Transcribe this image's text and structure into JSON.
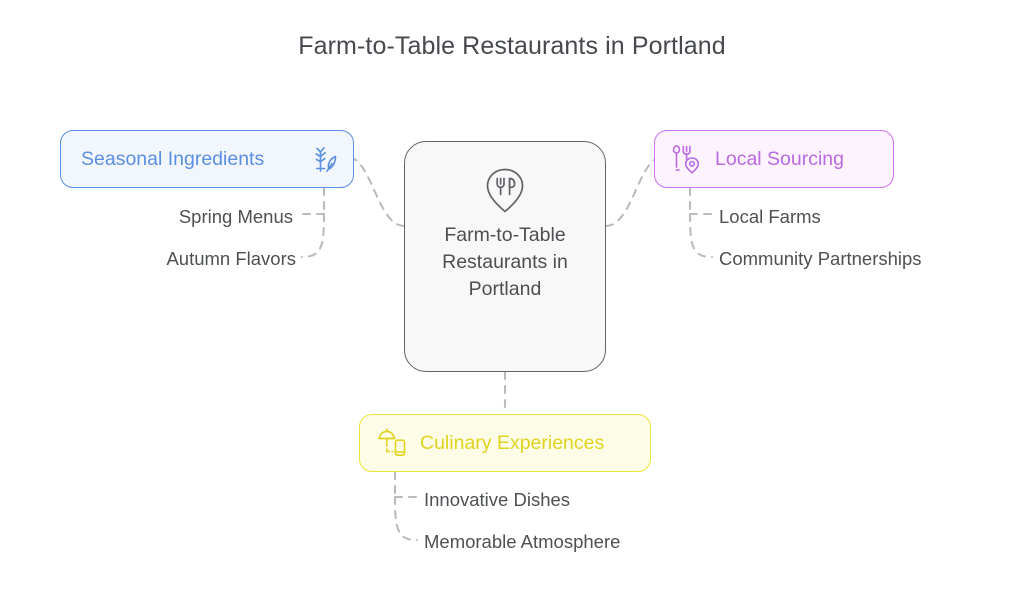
{
  "title": "Farm-to-Table Restaurants in Portland",
  "central": {
    "label": "Farm-to-Table Restaurants in Portland",
    "icon": "map-pin-fork-knife-icon",
    "border_color": "#5f6368",
    "fill_color": "#f8f8f8"
  },
  "branches": [
    {
      "id": "seasonal",
      "label": "Seasonal Ingredients",
      "icon": "wheat-leaf-icon",
      "color": "#5b8fe0",
      "fill": "#f2f6fd",
      "side": "left",
      "children": [
        {
          "label": "Spring Menus"
        },
        {
          "label": "Autumn Flavors"
        }
      ]
    },
    {
      "id": "sourcing",
      "label": "Local Sourcing",
      "icon": "fork-spoon-location-pin-icon",
      "color": "#bb6ae0",
      "fill": "#fdf3ff",
      "side": "right",
      "children": [
        {
          "label": "Local Farms"
        },
        {
          "label": "Community Partnerships"
        }
      ]
    },
    {
      "id": "culinary",
      "label": "Culinary Experiences",
      "icon": "cloche-device-icon",
      "color": "#e0d41f",
      "fill": "#fdfce6",
      "side": "bottom",
      "children": [
        {
          "label": "Innovative Dishes"
        },
        {
          "label": "Memorable Atmosphere"
        }
      ]
    }
  ],
  "connector_color": "#b9bbbe"
}
